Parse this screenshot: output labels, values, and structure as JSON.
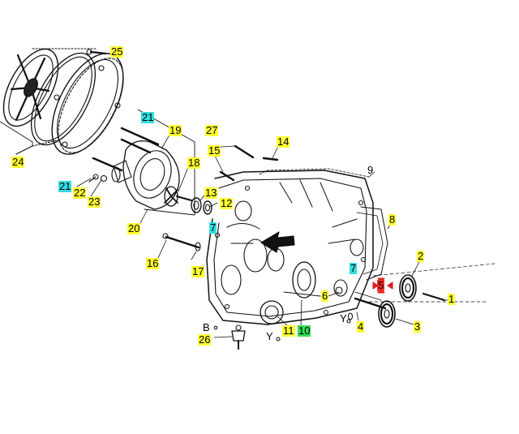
{
  "diagram": {
    "highlight_colors": {
      "yellow": "#ffff33",
      "cyan": "#33dddd",
      "green": "#33dd55",
      "red": "#ff2a2a"
    },
    "callouts": [
      {
        "id": "c1",
        "text": "1",
        "color": "yellow"
      },
      {
        "id": "c2",
        "text": "2",
        "color": "yellow"
      },
      {
        "id": "c3",
        "text": "3",
        "color": "yellow"
      },
      {
        "id": "c4",
        "text": "4",
        "color": "yellow"
      },
      {
        "id": "c5",
        "text": "5",
        "color": "red"
      },
      {
        "id": "c6",
        "text": "6",
        "color": "yellow"
      },
      {
        "id": "c7a",
        "text": "7",
        "color": "cyan"
      },
      {
        "id": "c7b",
        "text": "7",
        "color": "cyan"
      },
      {
        "id": "c8",
        "text": "8",
        "color": "yellow"
      },
      {
        "id": "c9",
        "text": "9",
        "color": "plain"
      },
      {
        "id": "c10",
        "text": "10",
        "color": "green"
      },
      {
        "id": "c11",
        "text": "11",
        "color": "yellow"
      },
      {
        "id": "c12",
        "text": "12",
        "color": "yellow"
      },
      {
        "id": "c13",
        "text": "13",
        "color": "yellow"
      },
      {
        "id": "c14",
        "text": "14",
        "color": "yellow"
      },
      {
        "id": "c15",
        "text": "15",
        "color": "yellow"
      },
      {
        "id": "c16",
        "text": "16",
        "color": "yellow"
      },
      {
        "id": "c17",
        "text": "17",
        "color": "yellow"
      },
      {
        "id": "c18",
        "text": "18",
        "color": "yellow"
      },
      {
        "id": "c19",
        "text": "19",
        "color": "yellow"
      },
      {
        "id": "c20",
        "text": "20",
        "color": "yellow"
      },
      {
        "id": "c21a",
        "text": "21",
        "color": "cyan"
      },
      {
        "id": "c21b",
        "text": "21",
        "color": "cyan"
      },
      {
        "id": "c22",
        "text": "22",
        "color": "yellow"
      },
      {
        "id": "c23",
        "text": "23",
        "color": "yellow"
      },
      {
        "id": "c24",
        "text": "24",
        "color": "yellow"
      },
      {
        "id": "c25",
        "text": "25",
        "color": "yellow"
      },
      {
        "id": "c26",
        "text": "26",
        "color": "yellow"
      },
      {
        "id": "c27",
        "text": "27",
        "color": "yellow"
      },
      {
        "id": "cB",
        "text": "B",
        "color": "plain"
      },
      {
        "id": "cY1",
        "text": "Y",
        "color": "plain"
      },
      {
        "id": "cY2",
        "text": "Y",
        "color": "plain"
      }
    ]
  }
}
